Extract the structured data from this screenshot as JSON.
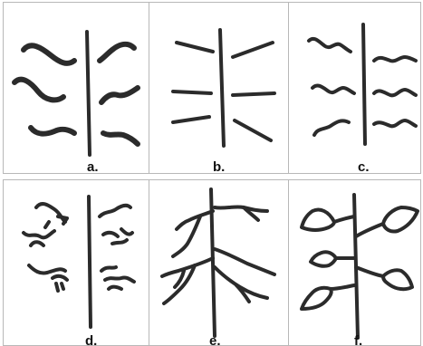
{
  "figure": {
    "panels": [
      {
        "id": "a",
        "label": "a."
      },
      {
        "id": "b",
        "label": "b."
      },
      {
        "id": "c",
        "label": "c."
      },
      {
        "id": "d",
        "label": "d."
      },
      {
        "id": "e",
        "label": "e."
      },
      {
        "id": "f",
        "label": "f."
      }
    ],
    "ink_color": "#2b2b2b",
    "border_color": "#b8b8b8"
  }
}
